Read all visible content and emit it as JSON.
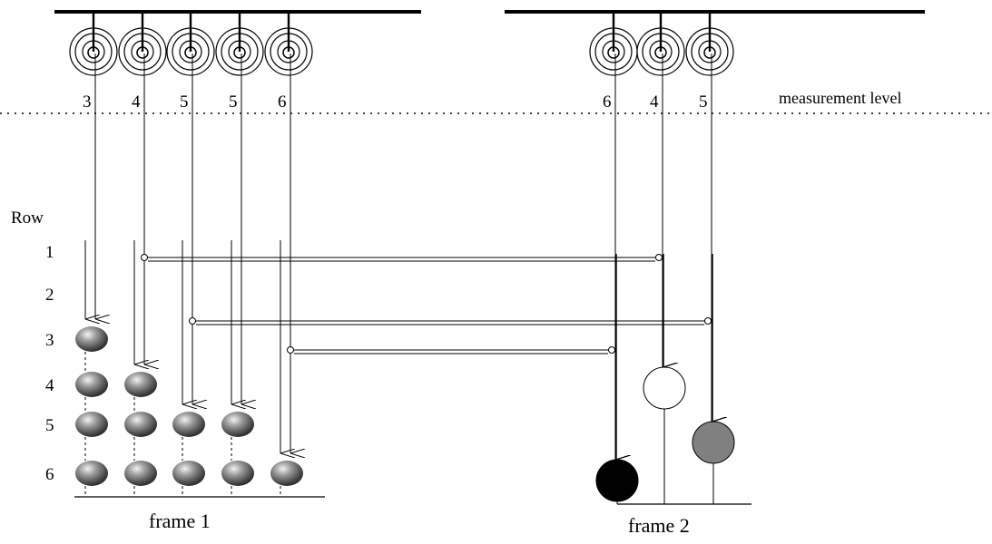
{
  "frame1": {
    "caption": "frame 1",
    "pulley_labels": [
      "3",
      "4",
      "5",
      "5",
      "6"
    ],
    "ball_rows": [
      3,
      4,
      5,
      5,
      6
    ]
  },
  "frame2": {
    "caption": "frame 2",
    "pulley_labels": [
      "6",
      "4",
      "5"
    ],
    "ball_rows": [
      6,
      4,
      5
    ],
    "ball_colors": [
      "#000000",
      "#ffffff",
      "#808080"
    ]
  },
  "measurement_level_label": "measurement level",
  "row_axis": {
    "title": "Row",
    "labels": [
      "1",
      "2",
      "3",
      "4",
      "5",
      "6"
    ]
  },
  "connectors": [
    {
      "from_frame1_column": 2,
      "to_frame2_column": 2,
      "at_row": 1
    },
    {
      "from_frame1_column": 3,
      "to_frame2_column": 3,
      "at_row": 3
    },
    {
      "from_frame1_column": 5,
      "to_frame2_column": 1,
      "at_row": 3
    }
  ]
}
